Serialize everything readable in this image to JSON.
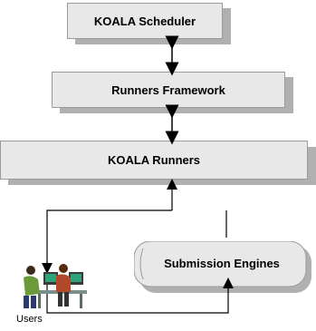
{
  "boxes": {
    "scheduler": "KOALA Scheduler",
    "framework": "Runners Framework",
    "runners": "KOALA Runners",
    "submission": "Submission Engines"
  },
  "users_label": "Users",
  "colors": {
    "box_fill": "#e8e8e8",
    "box_border": "#9a9a9a",
    "shadow": "#b0b0b0",
    "line": "#000000"
  }
}
